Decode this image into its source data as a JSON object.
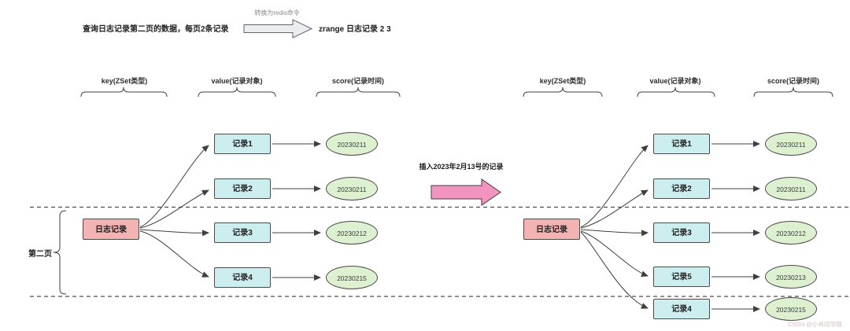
{
  "header": {
    "query_text": "查询日志记录第二页的数据，每页2条记录",
    "convert_label": "转换为redis命令",
    "command_text": "zrange 日志记录 2 3"
  },
  "insert_label": "插入2023年2月13号的记录",
  "page_label": "第二页",
  "watermark": "CSDN @小肖同学哦",
  "left_diagram": {
    "headers": {
      "key": "key(ZSet类型)",
      "value": "value(记录对象)",
      "score": "score(记录时间)"
    },
    "key_node": "日志记录",
    "rows": [
      {
        "value": "记录1",
        "score": "20230211"
      },
      {
        "value": "记录2",
        "score": "20230211"
      },
      {
        "value": "记录3",
        "score": "20230212"
      },
      {
        "value": "记录4",
        "score": "20230215"
      }
    ]
  },
  "right_diagram": {
    "headers": {
      "key": "key(ZSet类型)",
      "value": "value(记录对象)",
      "score": "score(记录时间)"
    },
    "key_node": "日志记录",
    "rows": [
      {
        "value": "记录1",
        "score": "20230211"
      },
      {
        "value": "记录2",
        "score": "20230211"
      },
      {
        "value": "记录3",
        "score": "20230212"
      },
      {
        "value": "记录5",
        "score": "20230213"
      },
      {
        "value": "记录4",
        "score": "20230215"
      }
    ]
  },
  "colors": {
    "key_node_fill": "#f4b3b3",
    "value_node_fill": "#cdeeee",
    "score_node_fill": "#ddf1d1",
    "insert_arrow_fill": "#f293c0",
    "convert_arrow_fill": "#ebedf0"
  }
}
